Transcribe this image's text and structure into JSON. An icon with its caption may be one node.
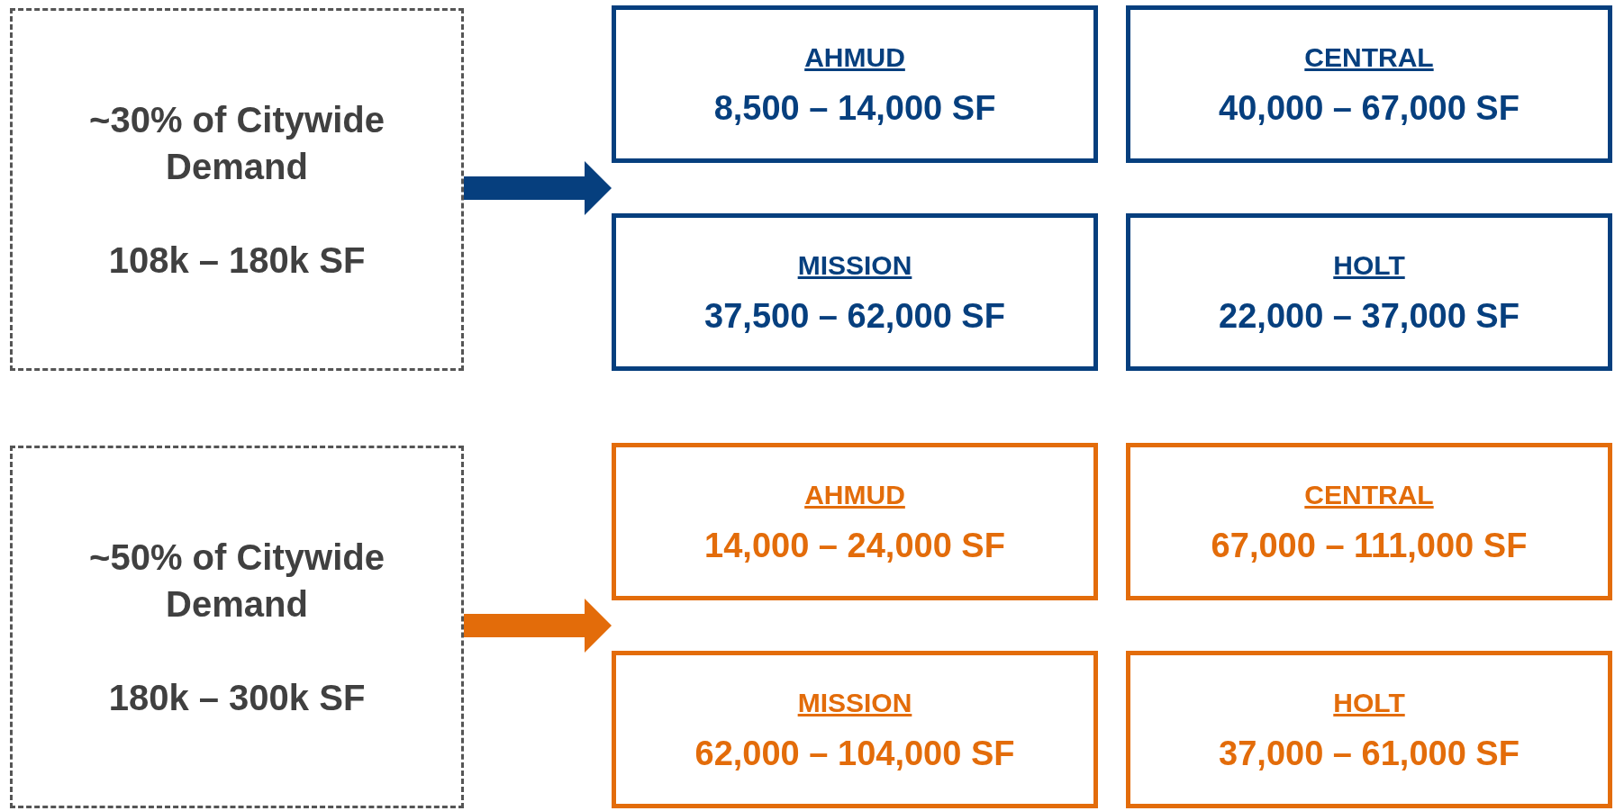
{
  "diagram": {
    "nodes": [
      {
        "text": [
          "~30% of Citywide Demand",
          "108k – 180k SF"
        ]
      },
      {
        "text": [
          "AHMUD",
          "8,500 – 14,000 SF"
        ]
      },
      {
        "text": [
          "CENTRAL",
          "40,000 – 67,000 SF"
        ]
      },
      {
        "text": [
          "MISSION",
          "37,500 – 62,000 SF"
        ]
      },
      {
        "text": [
          "HOLT",
          "22,000 – 37,000 SF"
        ]
      },
      {
        "text": [
          "~50% of Citywide Demand",
          "180k – 300k SF"
        ]
      },
      {
        "text": [
          "AHMUD",
          "14,000 – 24,000 SF"
        ]
      },
      {
        "text": [
          "CENTRAL",
          "67,000 – 111,000 SF"
        ]
      },
      {
        "text": [
          "MISSION",
          "62,000 – 104,000 SF"
        ]
      },
      {
        "text": [
          "HOLT",
          "37,000 – 61,000 SF"
        ]
      }
    ],
    "edges": [
      {
        "from": 0,
        "to": 1,
        "arrow": "to",
        "color": "#063f7e"
      },
      {
        "from": 0,
        "to": 3,
        "arrow": "to",
        "color": "#063f7e"
      },
      {
        "from": 5,
        "to": 6,
        "arrow": "to",
        "color": "#e36c0a"
      },
      {
        "from": 5,
        "to": 8,
        "arrow": "to",
        "color": "#e36c0a"
      }
    ]
  }
}
